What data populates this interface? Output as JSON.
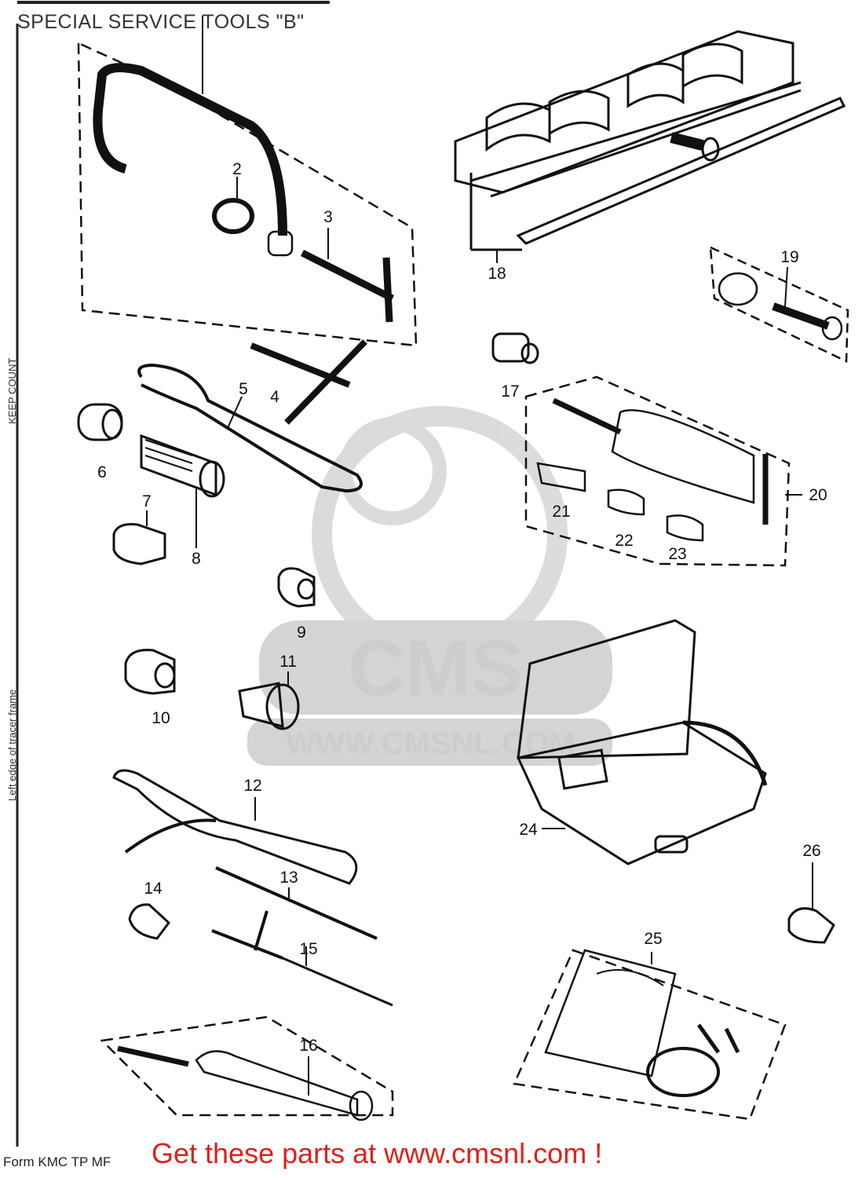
{
  "title": "SPECIAL SERVICE TOOLS \"B\"",
  "footer": {
    "cta": "Get these parts at www.cmsnl.com !",
    "form_code": "Form KMC TP MF"
  },
  "side_notes": {
    "upper": "KEEP COUNT",
    "lower": "Left edge of tracer frame"
  },
  "watermark": {
    "brand": "CMS",
    "url": "WWW.CMSNL.COM"
  },
  "callouts": [
    "2",
    "3",
    "4",
    "5",
    "6",
    "7",
    "8",
    "9",
    "10",
    "11",
    "12",
    "13",
    "14",
    "15",
    "16",
    "17",
    "18",
    "19",
    "20",
    "21",
    "22",
    "23",
    "24",
    "25",
    "26"
  ]
}
